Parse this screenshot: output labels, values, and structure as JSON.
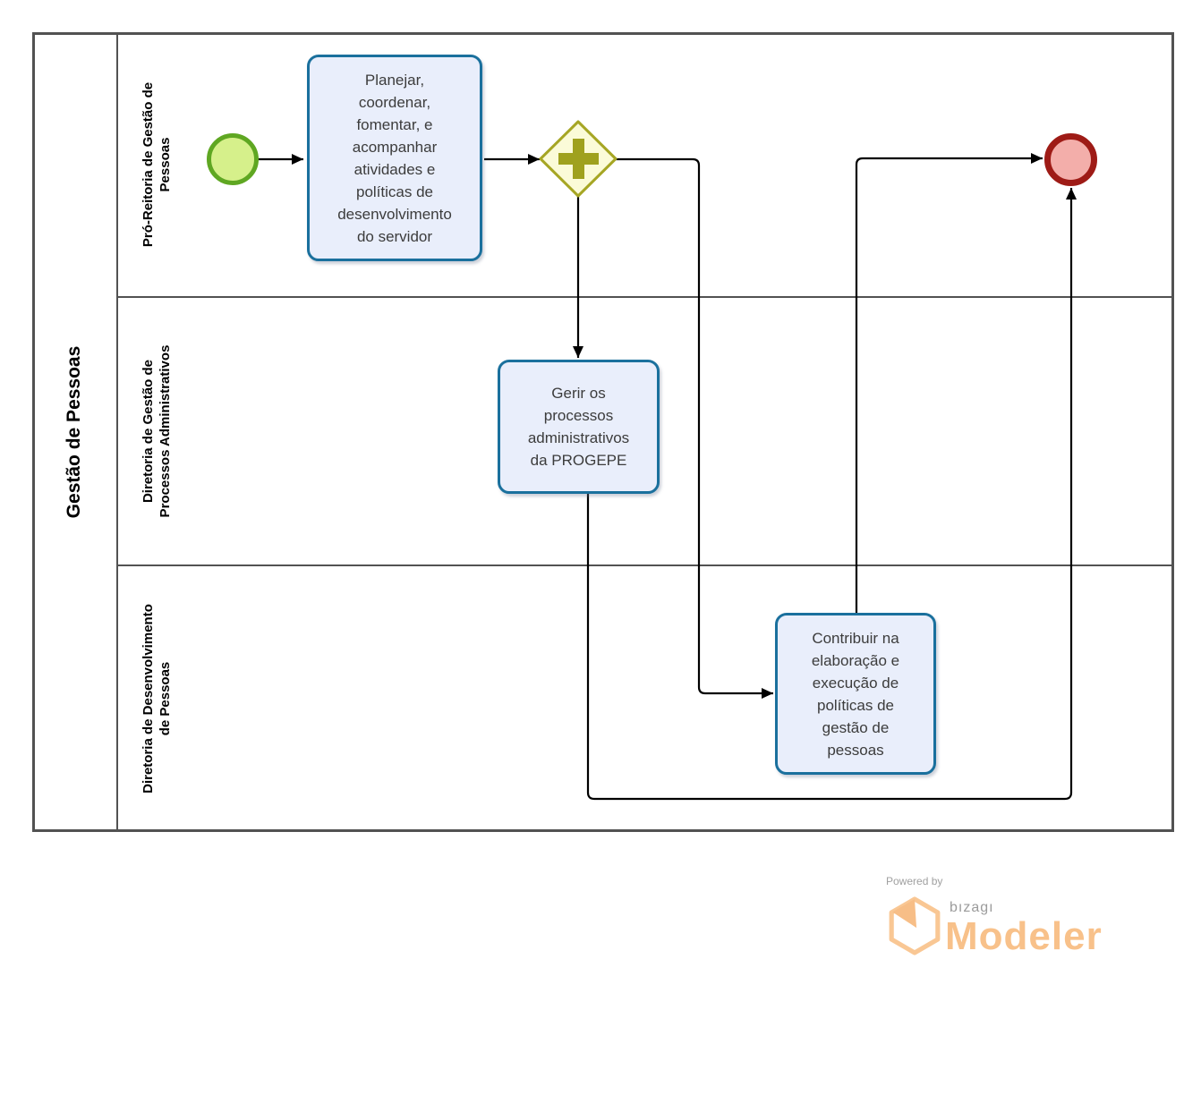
{
  "pool": {
    "label": "Gestão de Pessoas"
  },
  "lanes": [
    {
      "label": "Pró-Reitoria de Gestão de\nPessoas"
    },
    {
      "label": "Diretoria de Gestão de\nProcessos Administrativos"
    },
    {
      "label": "Diretoria de Desenvolvimento\nde Pessoas"
    }
  ],
  "nodes": {
    "start_event": {
      "type": "start-event"
    },
    "task_planejar": {
      "label": "Planejar,\ncoordenar,\nfomentar, e\nacompanhar\natividades e\npolíticas de\ndesenvolvimento\ndo servidor"
    },
    "gateway": {
      "type": "parallel-gateway",
      "icon": "plus-icon"
    },
    "task_gerir": {
      "label": "Gerir os\nprocessos\nadministrativos\nda PROGEPE"
    },
    "task_contribuir": {
      "label": "Contribuir na\nelaboração e\nexecução de\npolíticas de\ngestão de\npessoas"
    },
    "end_event": {
      "type": "end-event"
    }
  },
  "colors": {
    "task_fill": "#E9EEFB",
    "task_border": "#1A709D",
    "gateway_fill": "#FBFBD8",
    "gateway_border": "#A6A624",
    "gateway_plus": "#9FA11E",
    "start_fill": "#D6F08B",
    "start_border": "#5FA722",
    "end_fill": "#F3AEAA",
    "end_border": "#9E1B16",
    "flow_line": "#000000",
    "pool_border": "#525252",
    "logo_orange": "#F8C18A",
    "logo_gray": "#9B9B9B"
  },
  "footer": {
    "powered_by": "Powered by",
    "brand": "bızagı",
    "product": "Modeler"
  }
}
